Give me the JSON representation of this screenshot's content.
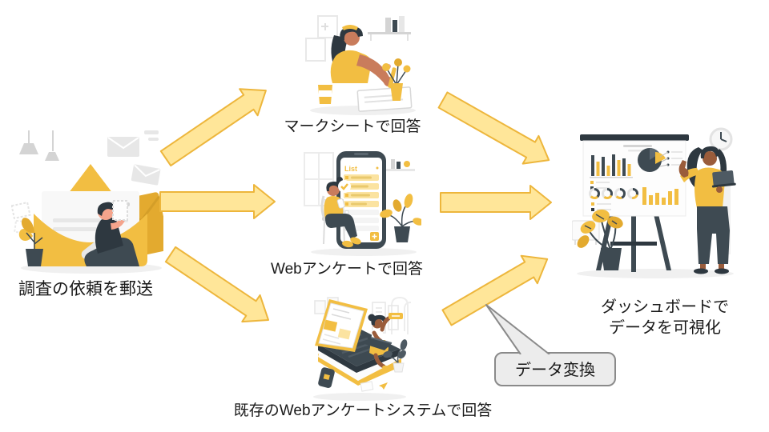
{
  "diagram": {
    "background": "#FFFFFF",
    "nodes": {
      "mail": {
        "label": "調査の依頼を郵送"
      },
      "marksheet": {
        "label": "マークシートで回答"
      },
      "websurvey": {
        "label": "Webアンケートで回答",
        "phone_app_title": "List"
      },
      "existing_system": {
        "label": "既存のWebアンケートシステムで回答"
      },
      "dashboard": {
        "label_line1": "ダッシュボードで",
        "label_line2": "データを可視化"
      }
    },
    "callout": {
      "label": "データ変換"
    },
    "flows": [
      {
        "from": "mail",
        "to": "marksheet"
      },
      {
        "from": "mail",
        "to": "websurvey"
      },
      {
        "from": "mail",
        "to": "existing_system"
      },
      {
        "from": "marksheet",
        "to": "dashboard"
      },
      {
        "from": "websurvey",
        "to": "dashboard"
      },
      {
        "from": "existing_system",
        "to": "dashboard",
        "note": "データ変換"
      }
    ],
    "colors": {
      "arrow_fill": "#FFE699",
      "arrow_stroke": "#EDB63C",
      "illustration_yellow": "#F2BE42",
      "illustration_dark": "#3E4A52",
      "callout_fill": "#ECECEC",
      "callout_border": "#8A8A8A",
      "label_text": "#1A1A1A"
    }
  }
}
